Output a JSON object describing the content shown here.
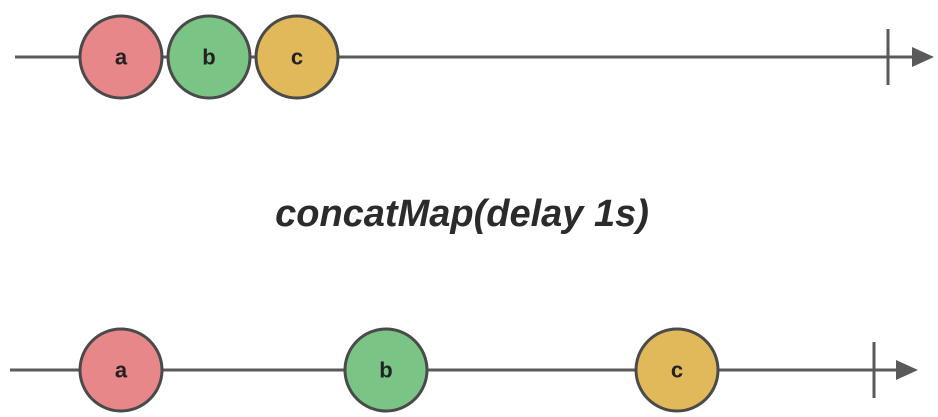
{
  "operator": {
    "label": "concatMap(delay 1s)"
  },
  "colors": {
    "axis": "#5a5a5a",
    "marble_stroke": "#4a4a4a",
    "a": "#e8878a",
    "b": "#7ac485",
    "c": "#e2b95a"
  },
  "input_stream": {
    "marbles": [
      {
        "label": "a",
        "color": "#e8878a"
      },
      {
        "label": "b",
        "color": "#7ac485"
      },
      {
        "label": "c",
        "color": "#e2b95a"
      }
    ]
  },
  "output_stream": {
    "marbles": [
      {
        "label": "a",
        "color": "#e8878a"
      },
      {
        "label": "b",
        "color": "#7ac485"
      },
      {
        "label": "c",
        "color": "#e2b95a"
      }
    ]
  }
}
